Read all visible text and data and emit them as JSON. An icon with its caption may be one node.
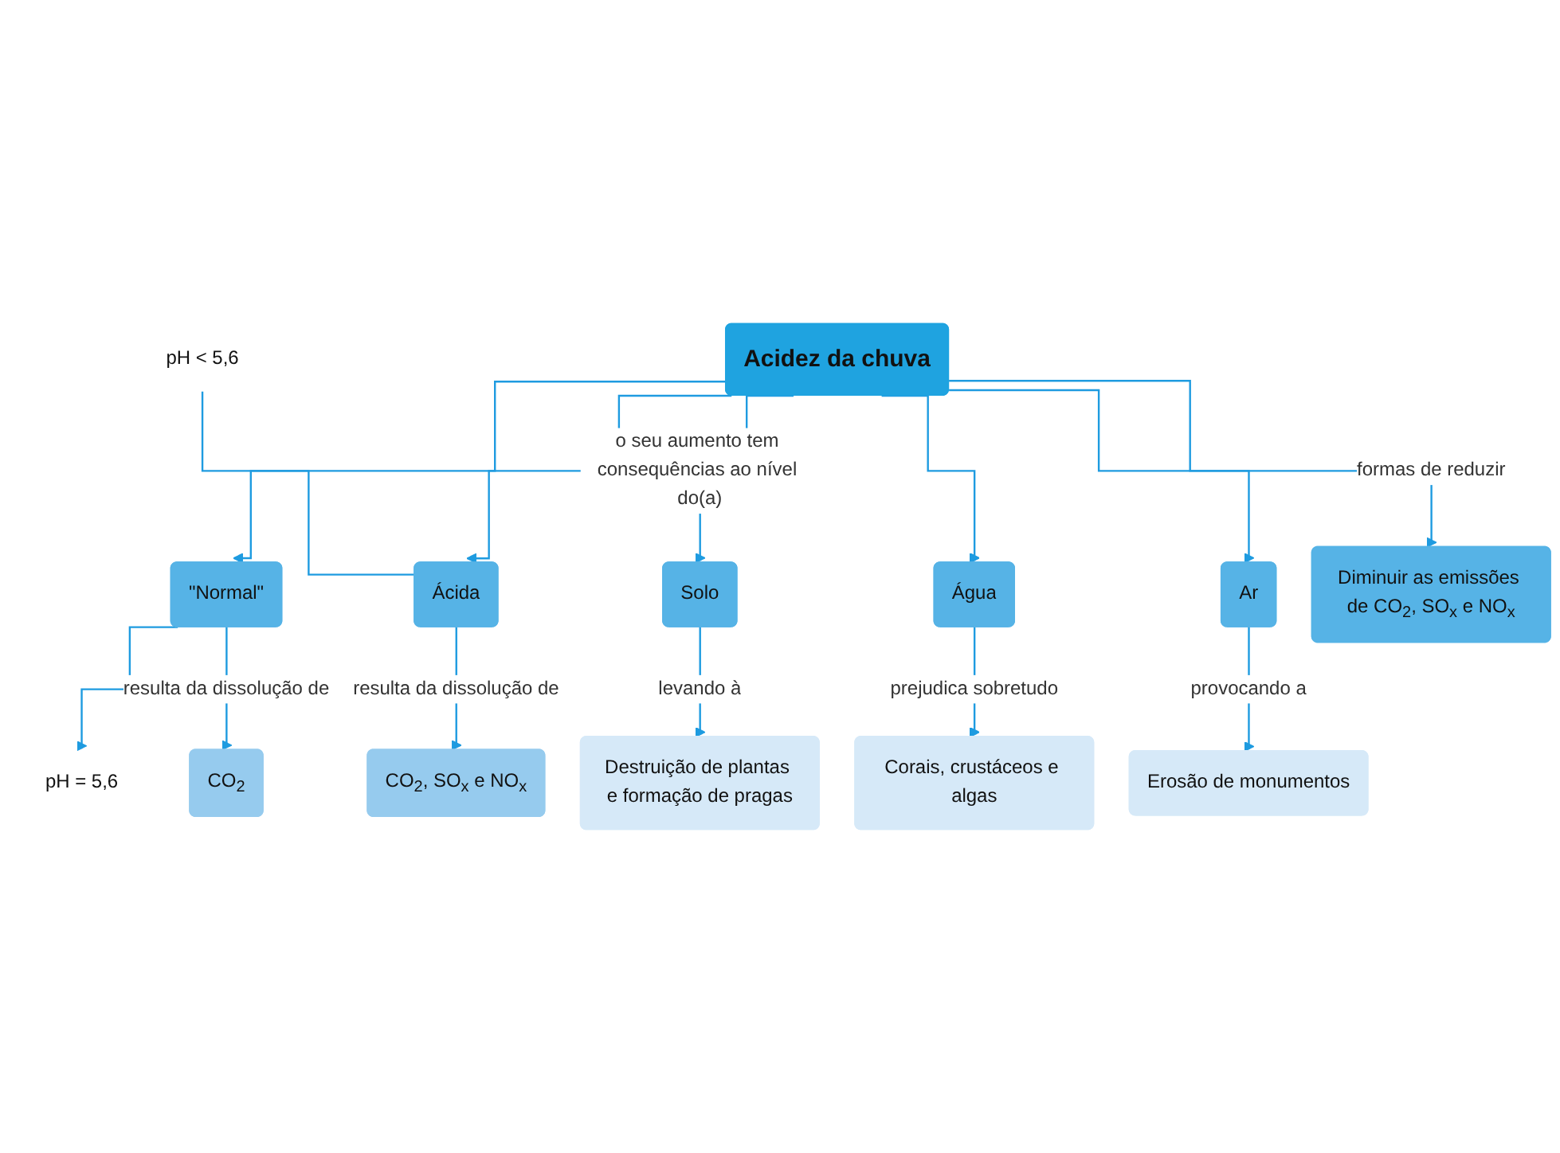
{
  "diagram": {
    "nodes": [
      {
        "text": [
          "Acidez da chuva"
        ]
      },
      {
        "text": [
          "\"Normal\""
        ]
      },
      {
        "text": [
          "Ácida"
        ]
      },
      {
        "text": [
          "pH = 5,6"
        ]
      },
      {
        "text": [
          "pH < 5,6"
        ]
      },
      {
        "text": [
          "CO$_{2}$"
        ]
      },
      {
        "text": [
          "CO$_{2}$, SO$_{x}$ e NO$_{x}$"
        ]
      },
      {
        "text": [
          "Solo"
        ]
      },
      {
        "text": [
          "Água"
        ]
      },
      {
        "text": [
          "Ar"
        ]
      },
      {
        "text": [
          "Diminuir as emissões de CO$_{2}$, SO$_{x}$ e NO$_{x}$"
        ]
      },
      {
        "text": [
          "Destruição de plantas e formação de pragas"
        ]
      },
      {
        "text": [
          "Corais, crustáceos e algas"
        ]
      },
      {
        "text": [
          "Erosão de monumentos"
        ]
      }
    ],
    "edges": [
      {
        "from": 0,
        "to": 1,
        "arrow": "to"
      },
      {
        "from": 0,
        "to": 2,
        "arrow": "to"
      },
      {
        "from": 1,
        "to": 3,
        "arrow": "to"
      },
      {
        "from": 4,
        "to": 2,
        "arrow": "none"
      },
      {
        "from": 1,
        "to": 5,
        "arrow": "to",
        "label": "resulta da dissolução de"
      },
      {
        "from": 2,
        "to": 6,
        "arrow": "to",
        "label": "resulta da dissolução de"
      },
      {
        "from": 0,
        "to": 7,
        "arrow": "to",
        "label": "o seu aumento tem consequências ao nível do(a)"
      },
      {
        "from": 0,
        "to": 8,
        "arrow": "to"
      },
      {
        "from": 0,
        "to": 9,
        "arrow": "to"
      },
      {
        "from": 0,
        "to": 10,
        "arrow": "to",
        "label": "formas de reduzir"
      },
      {
        "from": 7,
        "to": 11,
        "arrow": "to",
        "label": "levando à"
      },
      {
        "from": 8,
        "to": 12,
        "arrow": "to",
        "label": "prejudica sobretudo"
      },
      {
        "from": 9,
        "to": 13,
        "arrow": "to",
        "label": "provocando a"
      }
    ]
  }
}
